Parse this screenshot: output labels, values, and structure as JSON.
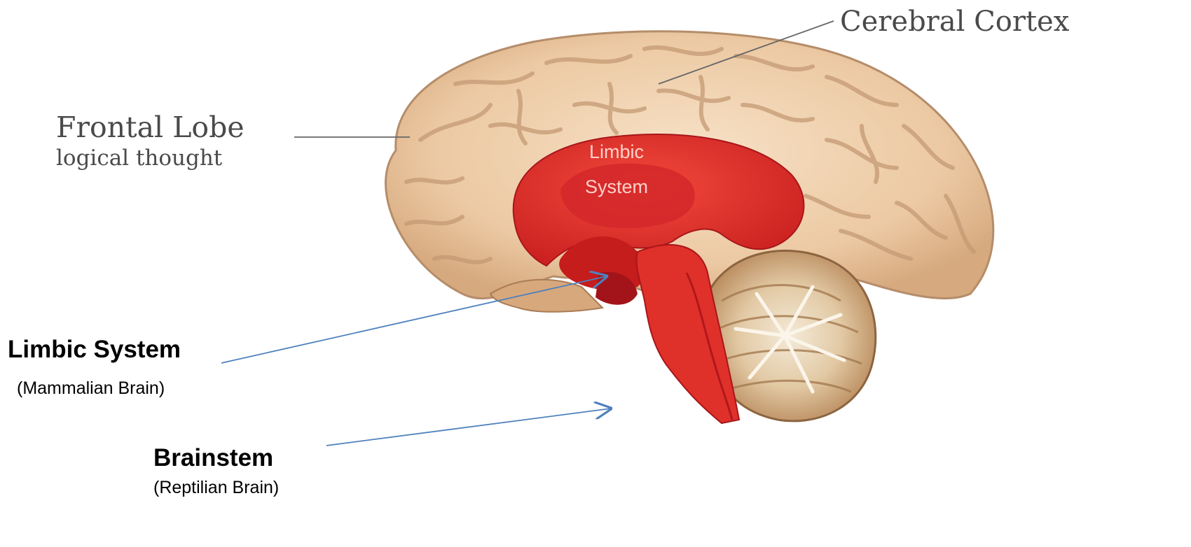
{
  "labels": {
    "cerebral_cortex": "Cerebral Cortex",
    "frontal_lobe_title": "Frontal Lobe",
    "frontal_lobe_sub": "logical thought",
    "limbic_inner_line1": "Limbic",
    "limbic_inner_line2": "System",
    "limbic_title": "Limbic System",
    "limbic_sub": "(Mammalian Brain)",
    "brainstem_title": "Brainstem",
    "brainstem_sub": "(Reptilian Brain)"
  },
  "colors": {
    "cortex_fill": "#f0d2b2",
    "cortex_stroke": "#b58d6a",
    "limbic_red": "#e3312a",
    "limbic_dark": "#b5181a",
    "cerebellum_fill": "#d9b890",
    "arrow": "#4f81bd",
    "leader": "#666666"
  }
}
